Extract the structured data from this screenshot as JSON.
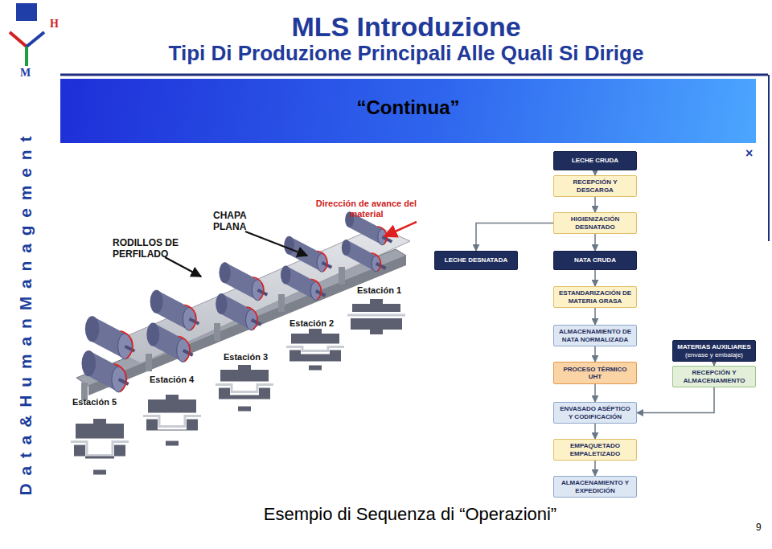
{
  "diagram": {
    "title": "MLS Introduzione",
    "caption": "Esempio di Sequenza di “Operazioni”",
    "nodes": [
      {
        "text": [
          "“Continua”"
        ]
      },
      {
        "text": [
          "LECHE CRUDA"
        ]
      },
      {
        "text": [
          "RECEPCIÓN Y DESCARGA"
        ]
      },
      {
        "text": [
          "HIGIENIZACIÓN DESNATADO"
        ]
      },
      {
        "text": [
          "LECHE DESNATADA"
        ]
      },
      {
        "text": [
          "NATA CRUDA"
        ]
      },
      {
        "text": [
          "ESTANDARIZACIÓN DE MATERIA GRASA"
        ]
      },
      {
        "text": [
          "ALMACENAMIENTO DE NATA NORMALIZADA"
        ]
      },
      {
        "text": [
          "MATERIAS AUXILIARES",
          "(envase y embalaje)"
        ]
      },
      {
        "text": [
          "RECEPCIÓN Y ALMACENAMIENTO"
        ]
      },
      {
        "text": [
          "PROCESO TÉRMICO UHT"
        ]
      },
      {
        "text": [
          "ENVASADO ASÉPTICO Y CODIFICACIÓN"
        ]
      },
      {
        "text": [
          "EMPAQUETADO EMPALETIZADO"
        ]
      },
      {
        "text": [
          "ALMACENAMIENTO Y EXPEDICIÓN"
        ]
      }
    ],
    "edges": [
      {
        "from": 1,
        "to": 2,
        "arrow": "to"
      },
      {
        "from": 2,
        "to": 3,
        "arrow": "to"
      },
      {
        "from": 3,
        "to": 4,
        "arrow": "to"
      },
      {
        "from": 3,
        "to": 5,
        "arrow": "to"
      },
      {
        "from": 5,
        "to": 6,
        "arrow": "to"
      },
      {
        "from": 6,
        "to": 7,
        "arrow": "to"
      },
      {
        "from": 7,
        "to": 10,
        "arrow": "to"
      },
      {
        "from": 10,
        "to": 11,
        "arrow": "to"
      },
      {
        "from": 11,
        "to": 12,
        "arrow": "to"
      },
      {
        "from": 12,
        "to": 13,
        "arrow": "to"
      },
      {
        "from": 8,
        "to": 9,
        "arrow": "to"
      },
      {
        "from": 9,
        "to": 11,
        "arrow": "to"
      }
    ],
    "labels": [
      "Tipi Di Produzione Principali Alle Quali Si Dirige",
      "D a t a & H u m a n M a n a g e m e n t",
      "M",
      "H",
      "CHAPA PLANA",
      "RODILLOS DE PERFILADO",
      "Dirección de avance del material",
      "Estación 1",
      "Estación 2",
      "Estación 3",
      "Estación 4",
      "Estación 5",
      "×",
      "9"
    ]
  }
}
